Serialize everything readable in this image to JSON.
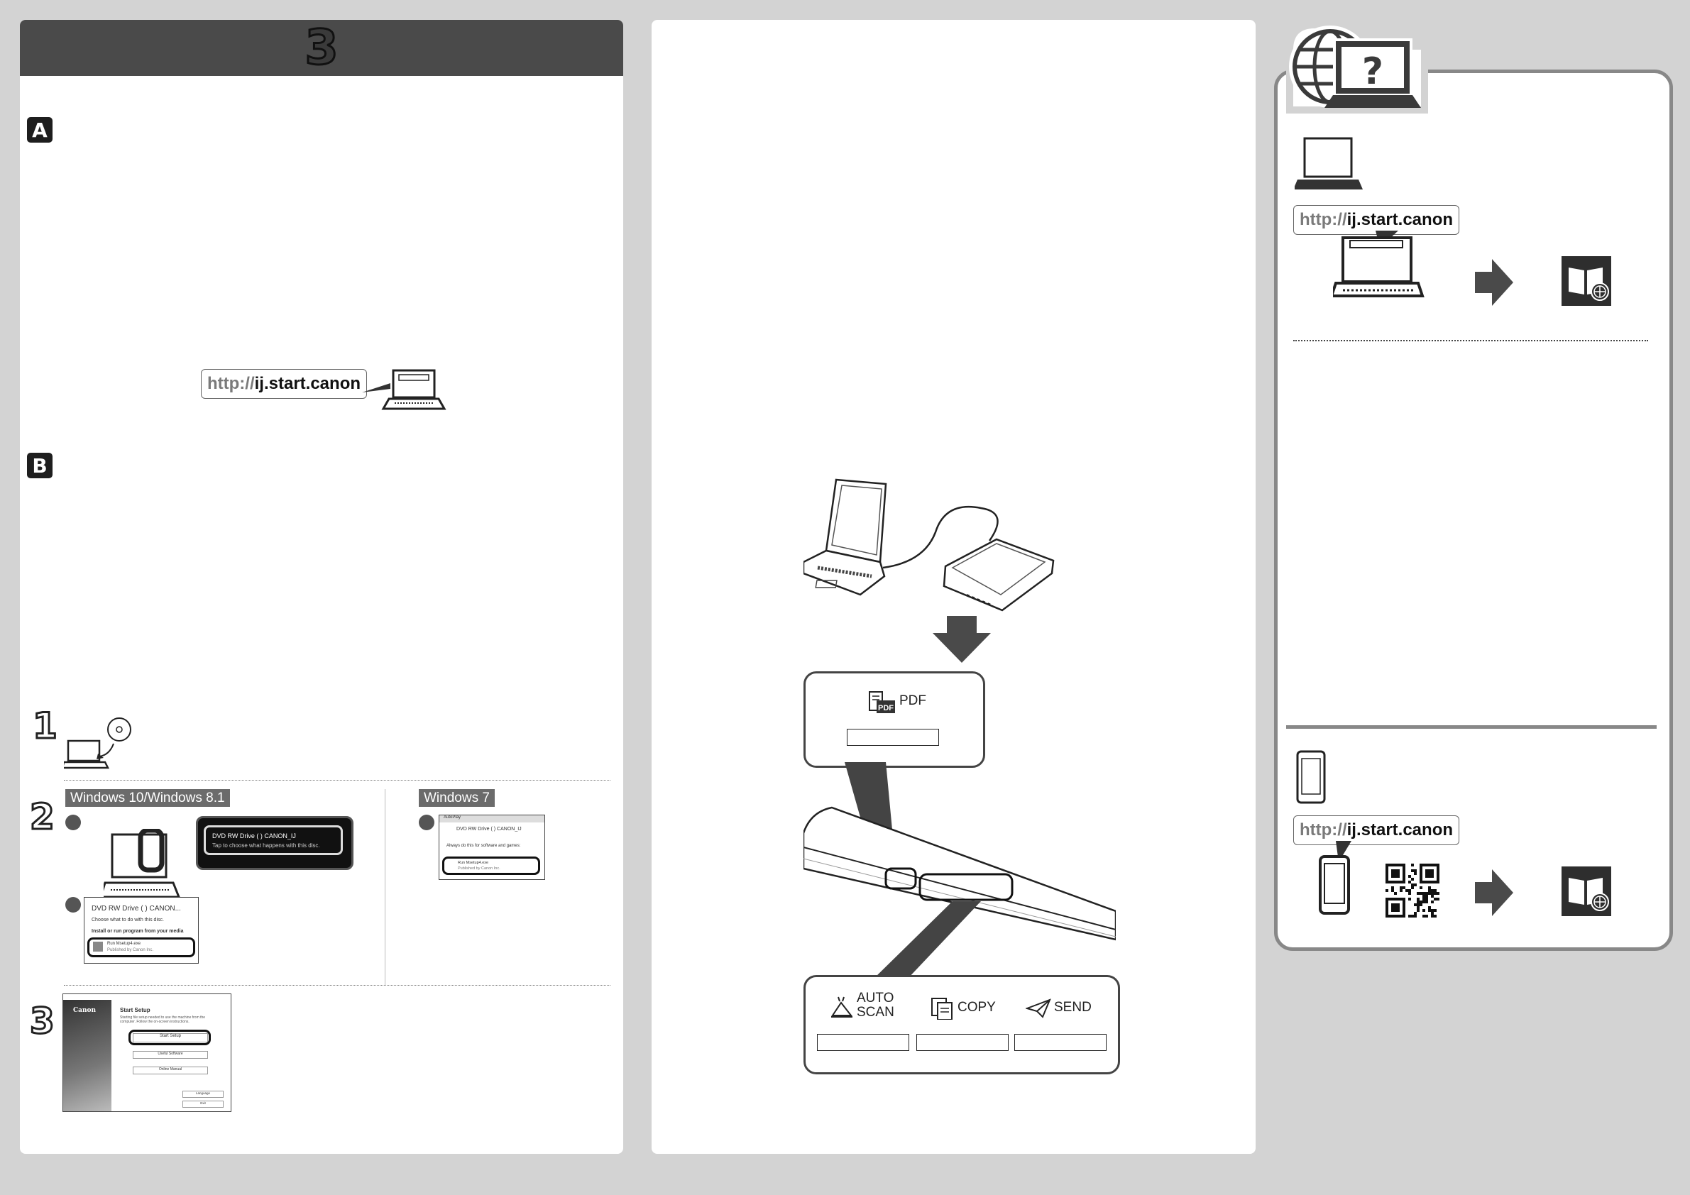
{
  "page": {
    "header_number": "3",
    "section_a": {
      "badge": "A",
      "url_prefix": "http://",
      "url_host": "ij.start.canon"
    },
    "section_b": {
      "badge": "B"
    },
    "steps": {
      "step1": {
        "number": "1"
      },
      "step2": {
        "number": "2",
        "os_win10": "Windows 10/Windows 8.1",
        "os_win7": "Windows 7",
        "toast_title": "DVD RW Drive ( ) CANON_IJ",
        "toast_sub": "Tap to choose what happens with this disc.",
        "dialog_title": "DVD RW Drive ( ) CANON...",
        "dialog_line1": "Choose what to do with this disc.",
        "dialog_line2": "Install or run program from your media",
        "dialog_item": "Run Msetup4.exe",
        "dialog_item_sub": "Published by Canon Inc.",
        "autoplay_title": "AutoPlay",
        "autoplay_drive": "DVD RW Drive ( ) CANON_IJ",
        "autoplay_check": "Always do this for software and games:",
        "autoplay_item": "Run Msetup4.exe",
        "autoplay_item_sub": "Published by Canon Inc."
      },
      "step3": {
        "number": "3",
        "logo": "Canon",
        "title": "Start Setup",
        "desc": "Starting file setup needed to use the machine from the computer. Follow the on-screen instructions.",
        "btn_start": "Start Setup",
        "btn_useful": "Useful Software",
        "btn_online": "Online Manual",
        "btn_exit": "Exit",
        "btn_lang": "Language"
      }
    },
    "scanner": {
      "pdf_label": "PDF",
      "auto_label_1": "AUTO",
      "auto_label_2": "SCAN",
      "copy_label": "COPY",
      "send_label": "SEND"
    },
    "right_panel": {
      "pc_url_prefix": "http://",
      "pc_url_host": "ij.start.canon",
      "mobile_url_prefix": "http://",
      "mobile_url_host": "ij.start.canon"
    }
  },
  "colors": {
    "background": "#d3d3d3",
    "header": "#4a4a4a",
    "badge": "#1e1e1e",
    "url_prefix": "#7a7a7a",
    "frame": "#888888"
  },
  "icons": [
    "laptop-icon",
    "disc-icon",
    "globe-icon",
    "question-icon",
    "arrow-right-icon",
    "manual-book-icon",
    "smartphone-icon",
    "qr-code-icon",
    "pdf-icon",
    "auto-scan-icon",
    "copy-icon",
    "send-icon",
    "arrow-down-icon"
  ]
}
